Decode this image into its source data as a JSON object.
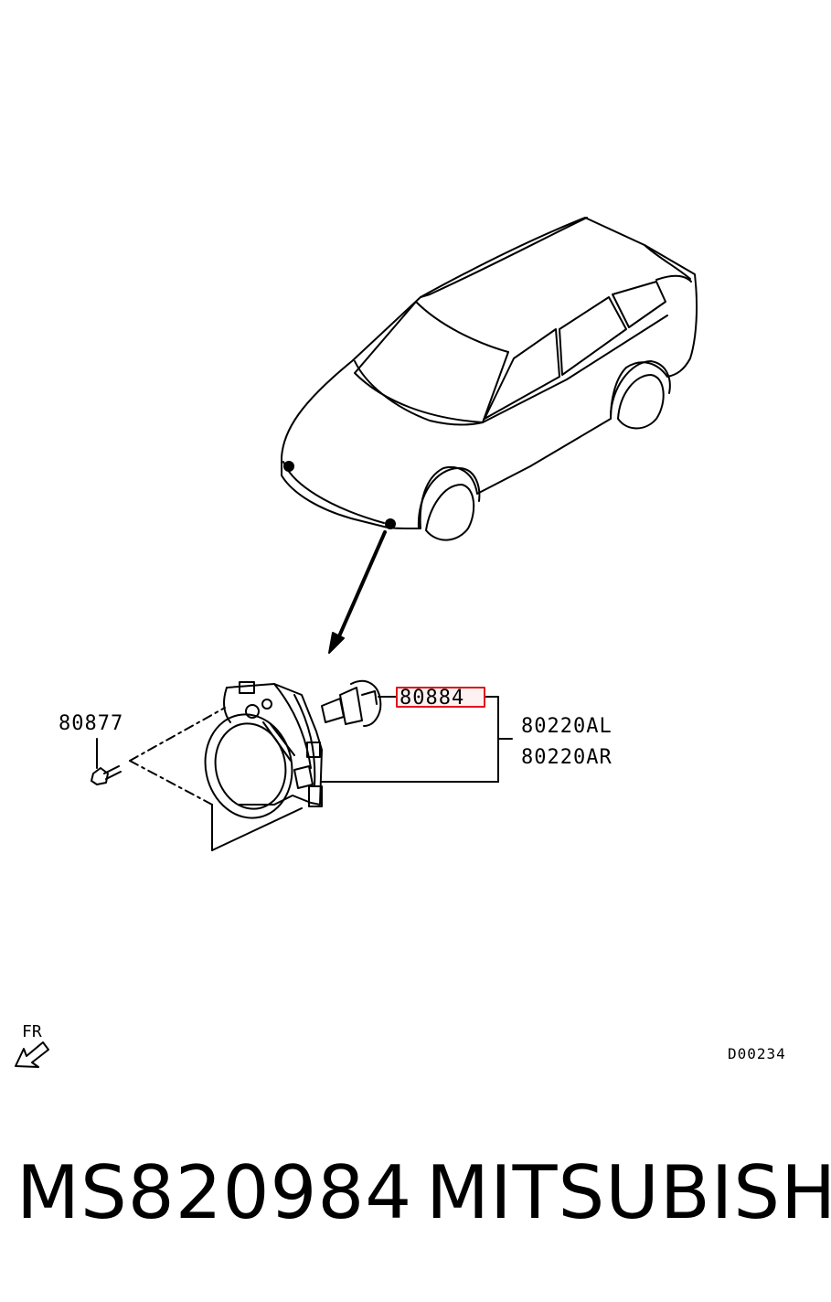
{
  "diagram": {
    "callouts": {
      "bolt": "80877",
      "bulb": "80884",
      "lamp_left": "80220AL",
      "lamp_right": "80220AR"
    },
    "direction_label": "FR",
    "diagram_code": "D00234",
    "highlight_color": "#e0151b"
  },
  "footer": {
    "part_number": "MS820984",
    "brand": "MITSUBISHI"
  }
}
